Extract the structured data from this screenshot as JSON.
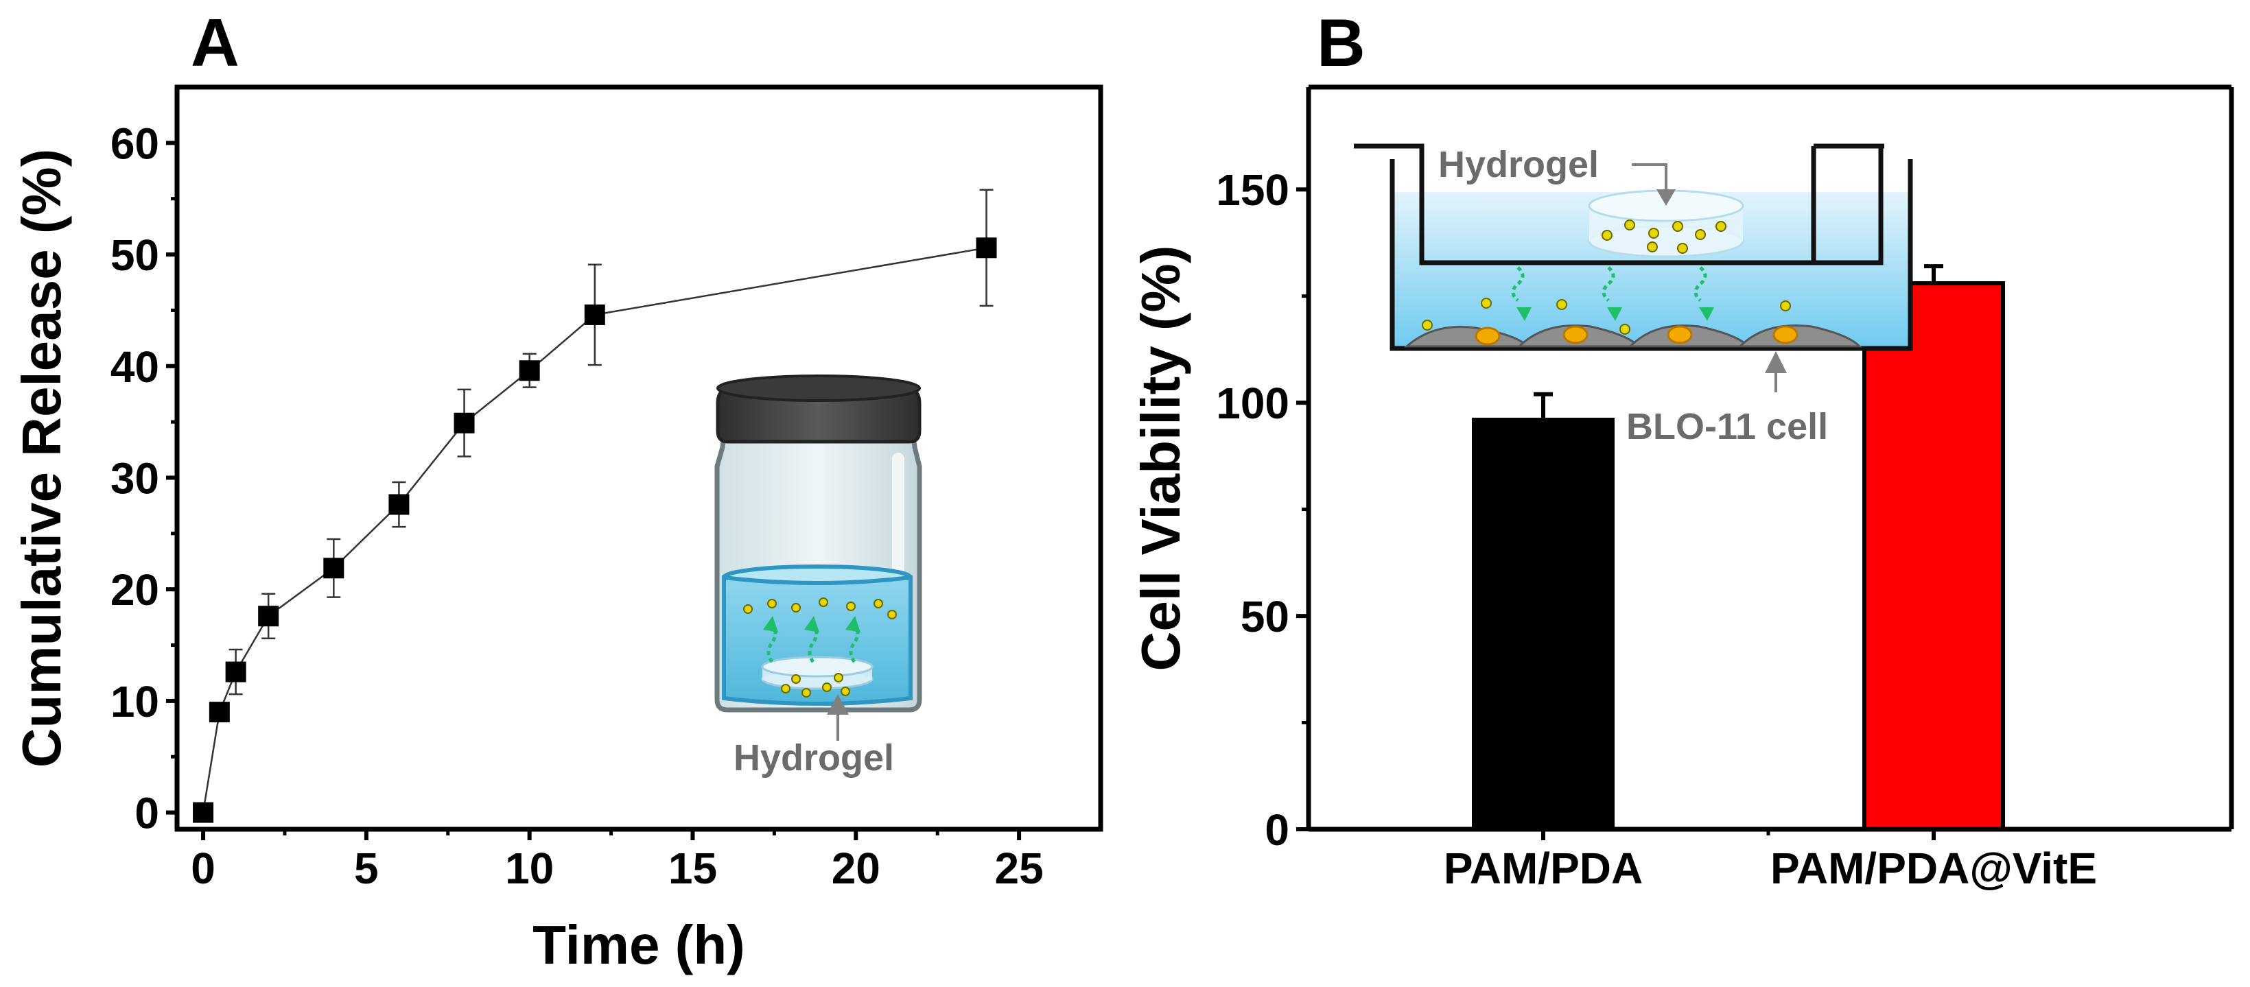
{
  "panels": {
    "a_label": "A",
    "b_label": "B"
  },
  "inset_a": {
    "label": "Hydrogel"
  },
  "inset_b": {
    "hydrogel_label": "Hydrogel",
    "cell_label": "BLO-11 cell"
  },
  "colors": {
    "bar_control": "#000000",
    "bar_vite": "#ff0000",
    "axis": "#000000",
    "water": "#9fd8f2",
    "cap": "#3a3a3a",
    "particle": "#e4d800",
    "arrow": "#1fbf6a",
    "nucleus": "#f2a900"
  },
  "chart_data": [
    {
      "type": "line",
      "panel": "A",
      "xlabel": "Time (h)",
      "ylabel": "Cumulative Release (%)",
      "xlim": [
        -0.8,
        27.5
      ],
      "ylim": [
        -1.5,
        65
      ],
      "xticks": [
        0,
        5,
        10,
        15,
        20,
        25
      ],
      "yticks": [
        0,
        10,
        20,
        30,
        40,
        50,
        60
      ],
      "grid": false,
      "series": [
        {
          "marker": "square",
          "x": [
            0,
            0.5,
            1,
            2,
            4,
            6,
            8,
            10,
            12,
            24
          ],
          "y": [
            0,
            9,
            12.6,
            17.6,
            21.9,
            27.6,
            34.9,
            39.6,
            44.6,
            50.6
          ],
          "error": [
            0,
            0.6,
            2,
            2,
            2.6,
            2,
            3,
            1.5,
            4.5,
            5.2
          ]
        }
      ]
    },
    {
      "type": "bar",
      "panel": "B",
      "categories": [
        "PAM/PDA",
        "PAM/PDA@VitE"
      ],
      "values": [
        96,
        128
      ],
      "errors": [
        6,
        4
      ],
      "ylabel": "Cell Viability (%)",
      "xlabel": "",
      "ylim": [
        0,
        174
      ],
      "yticks": [
        0,
        50,
        100,
        150
      ],
      "grid": false
    }
  ]
}
